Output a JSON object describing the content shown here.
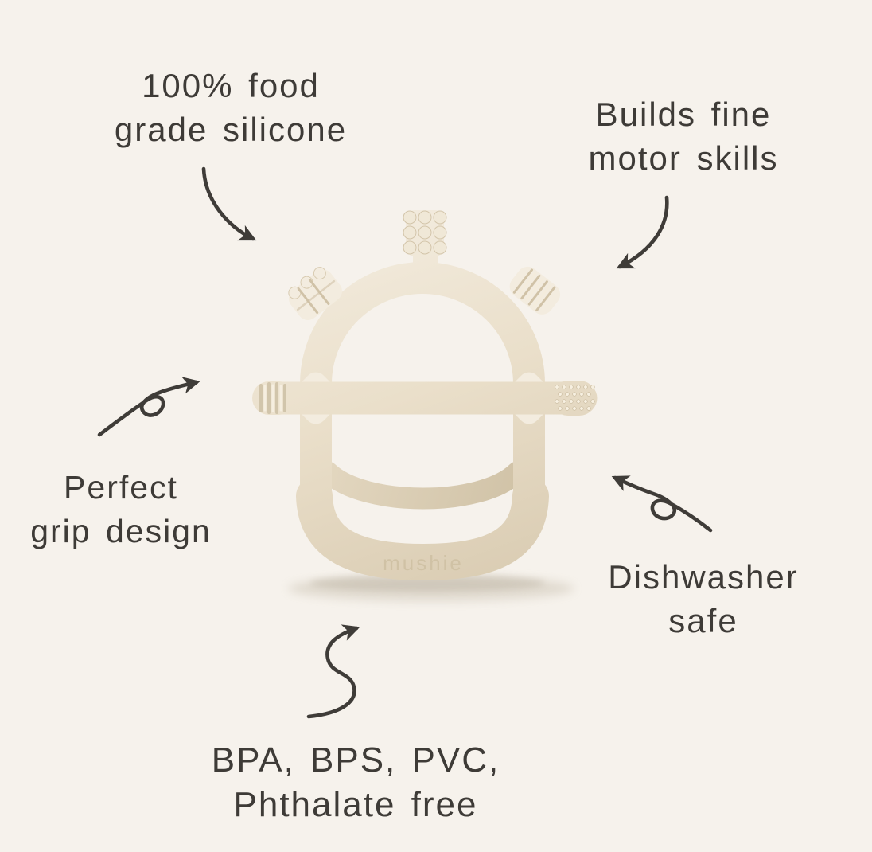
{
  "scene": {
    "background": "#f6f2ec",
    "ink_color": "#3f3c38",
    "silicone_light": "#f3ecdf",
    "silicone_mid": "#eadfca",
    "silicone_deep": "#d8cab0"
  },
  "product": {
    "brand_embossed": "mushie"
  },
  "callouts": [
    {
      "id": "food-grade",
      "line1": "100% food",
      "line2": "grade silicone"
    },
    {
      "id": "motor-skills",
      "line1": "Builds fine",
      "line2": "motor skills"
    },
    {
      "id": "grip",
      "line1": "Perfect",
      "line2": "grip design"
    },
    {
      "id": "dishwasher",
      "line1": "Dishwasher",
      "line2": "safe"
    },
    {
      "id": "chemical-free",
      "line1": "BPA, BPS, PVC,",
      "line2": "Phthalate free"
    }
  ]
}
